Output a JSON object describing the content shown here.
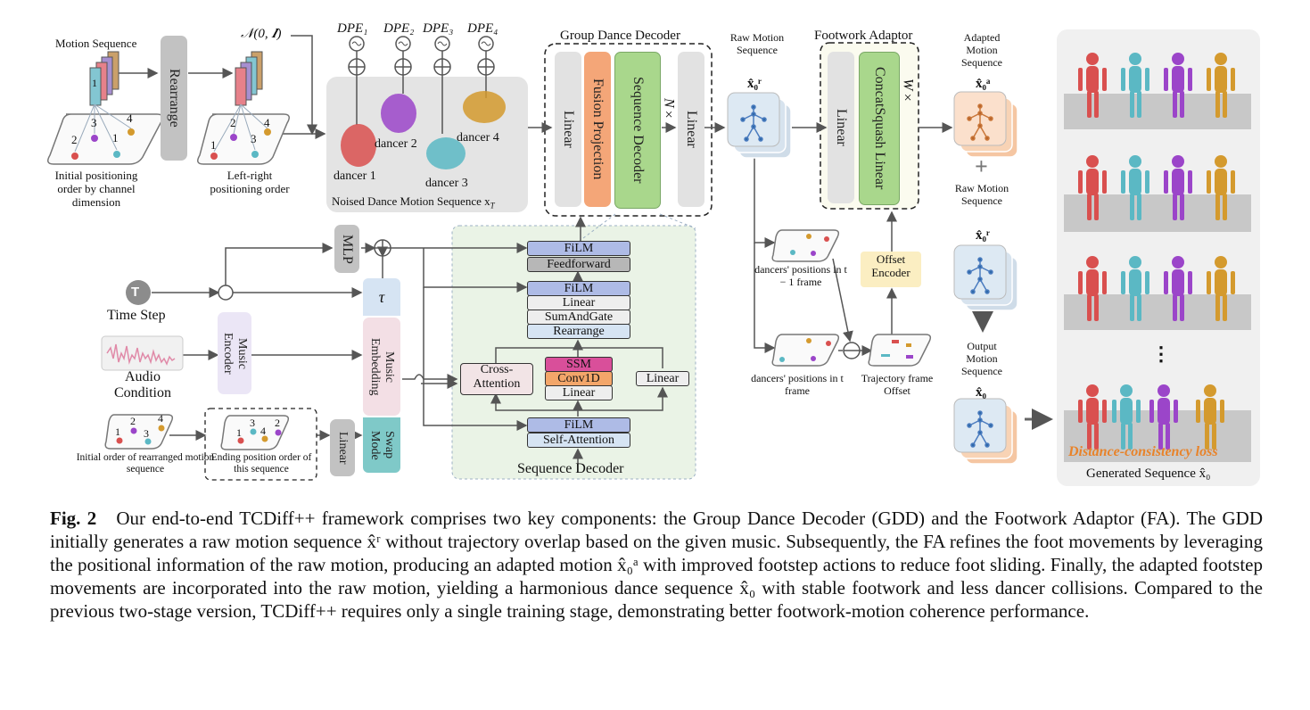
{
  "figure": {
    "input": {
      "motion_sequence": "Motion Sequence",
      "rearrange": "Rearrange",
      "noise": "𝒩(0, 𝑰)",
      "initial_order_label": "Initial positioning order by channel dimension",
      "left_right_label": "Left-right positioning order",
      "channel_1": "1",
      "positions_initial": [
        "2",
        "3",
        "1",
        "4"
      ],
      "positions_lr": [
        "1",
        "2",
        "3",
        "4"
      ],
      "dpe": [
        "DPE₁",
        "DPE₂",
        "DPE₃",
        "DPE₄"
      ],
      "dancers": [
        "dancer 1",
        "dancer 2",
        "dancer 3",
        "dancer 4"
      ],
      "noised_label": "Noised Dance Motion Sequence x",
      "noised_sub": "T"
    },
    "gdd": {
      "title": "Group Dance Decoder",
      "linear_in": "Linear",
      "fusion": "Fusion Projection",
      "seq_decoder": "Sequence Decoder",
      "nx": "N×",
      "linear_out": "Linear"
    },
    "raw": {
      "title": "Raw Motion Sequence",
      "symbol": "x̂₀ʳ"
    },
    "fa": {
      "title": "Footwork Adaptor",
      "linear": "Linear",
      "concat": "ConcatSquash Linear",
      "wx": "W×"
    },
    "adapted": {
      "title": "Adapted Motion Sequence",
      "symbol": "x̂₀ᵃ",
      "plus": "+",
      "raw_title": "Raw Motion Sequence",
      "raw_symbol": "x̂₀ʳ",
      "output_title": "Output Motion Sequence",
      "output_symbol": "x̂₀"
    },
    "trajectory": {
      "pos_t1": "dancers' positions in t − 1 frame",
      "pos_t": "dancers' positions in t frame",
      "offset_label": "Trajectory frame Offset",
      "offset_encoder": "Offset Encoder"
    },
    "conditions": {
      "time_icon": "T",
      "time_step": "Time Step",
      "mlp": "MLP",
      "tau": "τ",
      "audio": "Audio Condition",
      "music_encoder": "Music Encoder",
      "music_embedding": "Music Embedding",
      "swap_mode": "Swap Mode",
      "linear": "Linear",
      "initial_order": "Initial order of rearranged motion sequence",
      "ending_order": "Ending position order of this sequence",
      "order_initial": [
        "1",
        "2",
        "3",
        "4"
      ],
      "order_ending": [
        "1",
        "3",
        "4",
        "2"
      ]
    },
    "seq_decoder_detail": {
      "title": "Sequence Decoder",
      "film": "FiLM",
      "feedforward": "Feedforward",
      "linear": "Linear",
      "sum_gate": "SumAndGate",
      "rearrange": "Rearrange",
      "cross_attention": "Cross-Attention",
      "ssm": "SSM",
      "conv1d": "Conv1D",
      "linear_right": "Linear",
      "self_attention": "Self-Attention"
    },
    "generated": {
      "dots": "⋮",
      "loss": "Distance-consistency loss",
      "label": "Generated Sequence x̂₀"
    },
    "colors": {
      "red_dancer": "#d9504f",
      "teal_dancer": "#5bb8c4",
      "purple_dancer": "#9b45c9",
      "gold_dancer": "#d49a2e",
      "fusion": "#f4a678",
      "seq_decoder": "#a9d78c",
      "film": "#aebbe6",
      "ssm": "#d94f9a",
      "conv1d": "#f3a66a",
      "loss_text": "#e8832a"
    }
  },
  "caption": {
    "label": "Fig. 2",
    "text": "Our end-to-end TCDiff++ framework comprises two key components: the Group Dance Decoder (GDD) and the Footwork Adaptor (FA). The GDD initially generates a raw motion sequence x̂ʳ without trajectory overlap based on the given music. Subsequently, the FA refines the foot movements by leveraging the positional information of the raw motion, producing an adapted motion x̂₀ᵃ with improved footstep actions to reduce foot sliding. Finally, the adapted footstep movements are incorporated into the raw motion, yielding a harmonious dance sequence x̂₀ with stable footwork and less dancer collisions. Compared to the previous two-stage version, TCDiff++ requires only a single training stage, demonstrating better footwork-motion coherence performance."
  }
}
